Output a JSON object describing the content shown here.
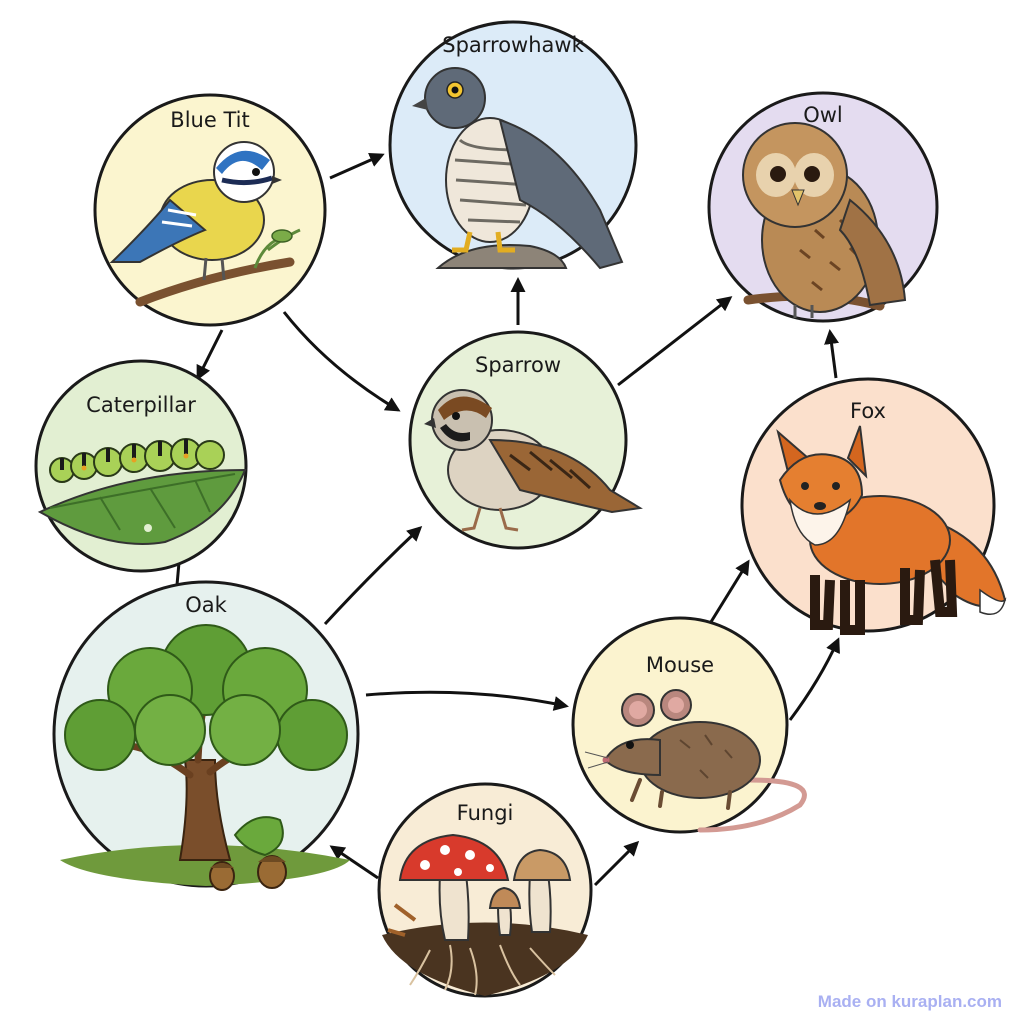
{
  "colors": {
    "outline": "#1a1a1a",
    "arrow": "#111111",
    "watermark": "#a9b0f2"
  },
  "nodes": [
    {
      "id": "sparrowhawk",
      "label": "Sparrowhawk",
      "icon": "sparrowhawk-icon",
      "fill": "#dcebf8"
    },
    {
      "id": "blue-tit",
      "label": "Blue Tit",
      "icon": "blue-tit-icon",
      "fill": "#fbf5cf"
    },
    {
      "id": "owl",
      "label": "Owl",
      "icon": "owl-icon",
      "fill": "#e4dcf0"
    },
    {
      "id": "caterpillar",
      "label": "Caterpillar",
      "icon": "caterpillar-icon",
      "fill": "#e2efd2"
    },
    {
      "id": "sparrow",
      "label": "Sparrow",
      "icon": "sparrow-icon",
      "fill": "#e7f1d8"
    },
    {
      "id": "fox",
      "label": "Fox",
      "icon": "fox-icon",
      "fill": "#fbe0cc"
    },
    {
      "id": "oak",
      "label": "Oak",
      "icon": "oak-tree-icon",
      "fill": "#e6f1ee"
    },
    {
      "id": "mouse",
      "label": "Mouse",
      "icon": "mouse-icon",
      "fill": "#fbf3cf"
    },
    {
      "id": "fungi",
      "label": "Fungi",
      "icon": "mushroom-icon",
      "fill": "#f8ecd6"
    }
  ],
  "edges": [
    {
      "from": "blue-tit",
      "to": "sparrowhawk"
    },
    {
      "from": "blue-tit",
      "to": "caterpillar"
    },
    {
      "from": "blue-tit",
      "to": "sparrow"
    },
    {
      "from": "sparrow",
      "to": "sparrowhawk"
    },
    {
      "from": "sparrow",
      "to": "owl"
    },
    {
      "from": "fox",
      "to": "owl"
    },
    {
      "from": "oak",
      "to": "caterpillar"
    },
    {
      "from": "oak",
      "to": "sparrow"
    },
    {
      "from": "oak",
      "to": "mouse"
    },
    {
      "from": "mouse",
      "to": "fox"
    },
    {
      "from": "mouse",
      "to": "fox"
    },
    {
      "from": "fungi",
      "to": "oak"
    },
    {
      "from": "fungi",
      "to": "mouse"
    }
  ],
  "watermark": "Made on kuraplan.com"
}
